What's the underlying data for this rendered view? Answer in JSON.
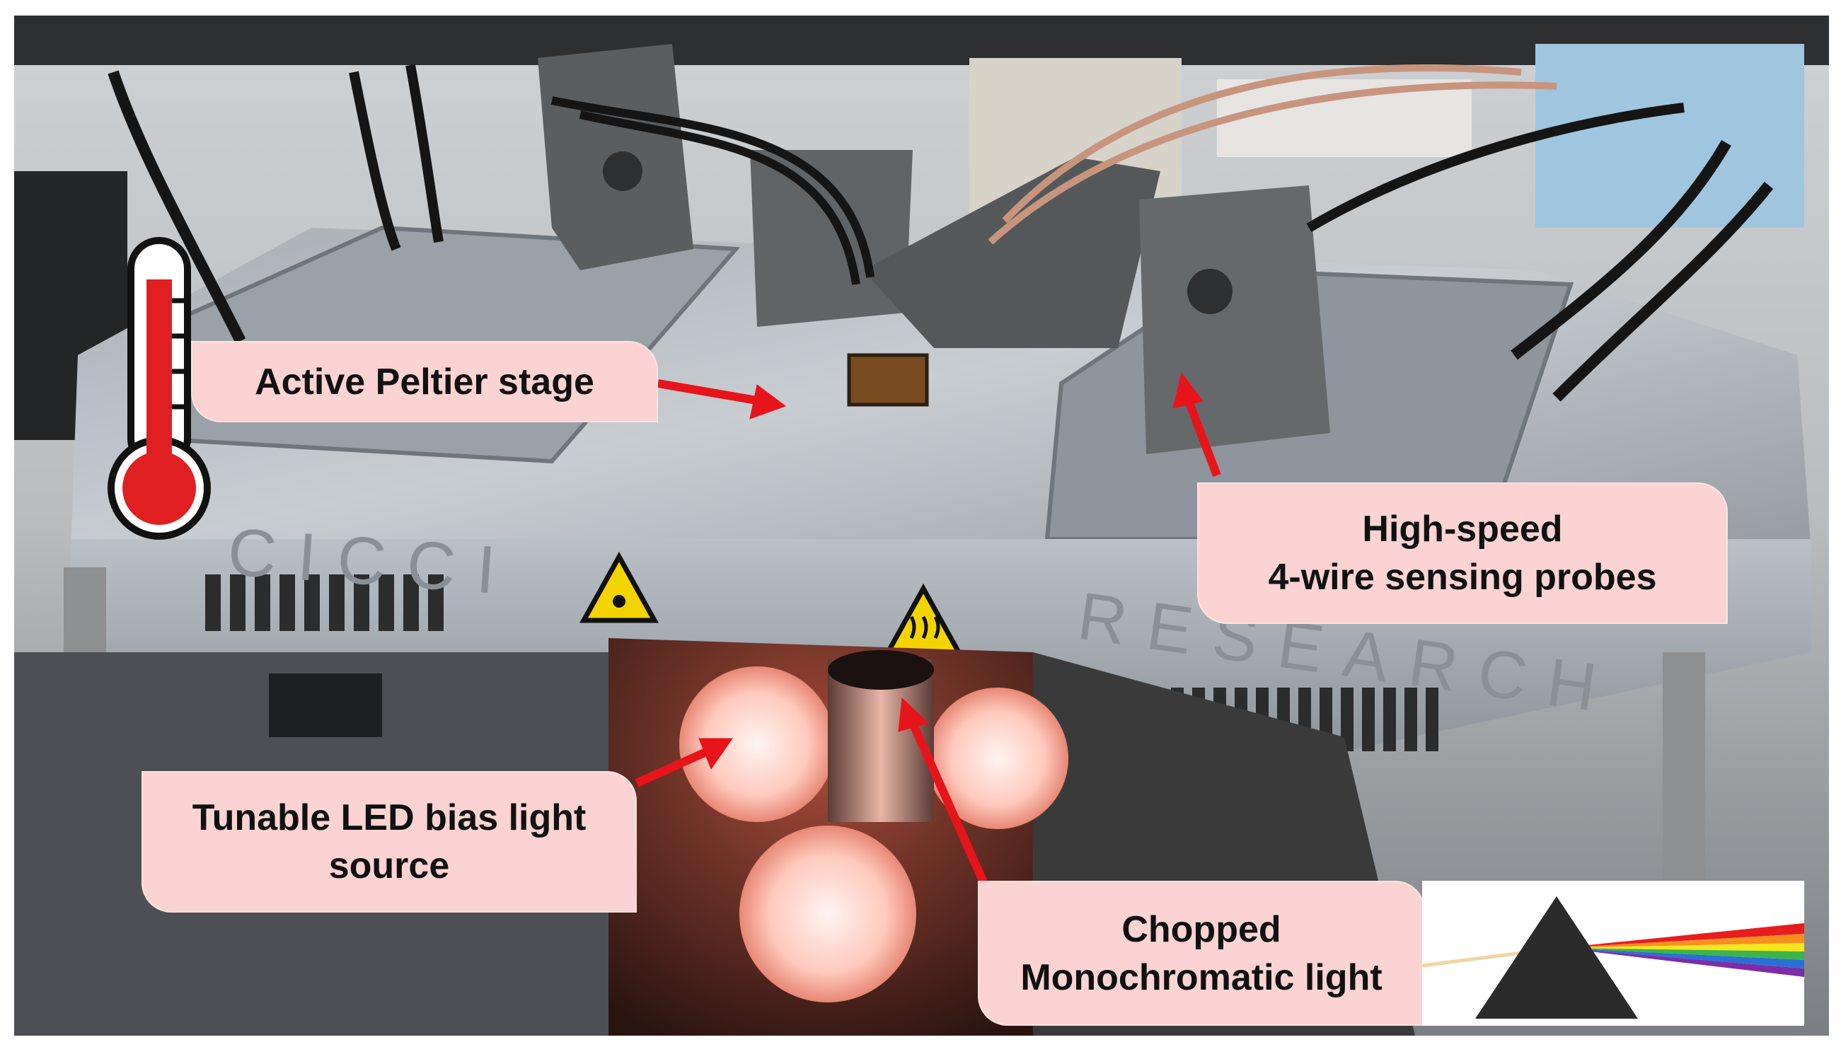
{
  "callouts": {
    "peltier": "Active Peltier stage",
    "probes_line1": "High-speed",
    "probes_line2": "4-wire sensing probes",
    "led_line1": "Tunable LED bias light",
    "led_line2": "source",
    "chopped_line1": "Chopped",
    "chopped_line2": "Monochromatic light"
  },
  "engraving": {
    "left": "CICCI",
    "right": "RESEARCH"
  },
  "icons": {
    "thermometer": "thermometer-icon",
    "laser_warning": "laser-warning-icon",
    "hot_surface_warning": "hot-surface-warning-icon",
    "prism": "prism-spectrum-icon"
  },
  "colors": {
    "callout_bg": "#fbd3d3",
    "arrow": "#e8141b",
    "thermometer_red": "#e02020",
    "led_glow": "#ffb0a0"
  }
}
